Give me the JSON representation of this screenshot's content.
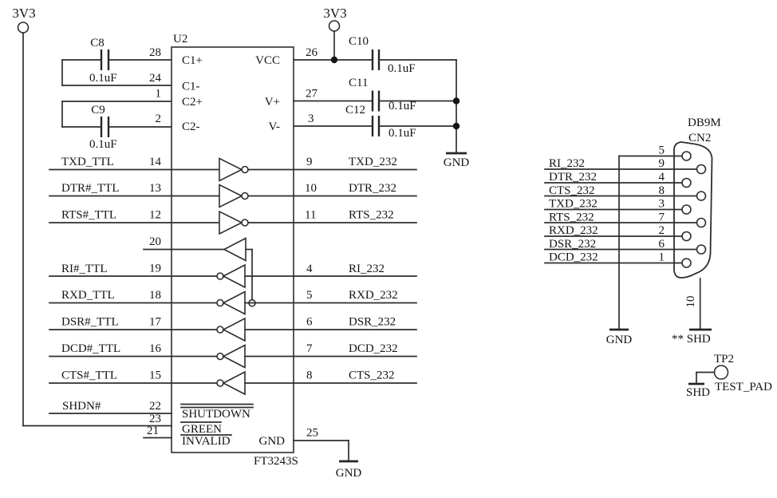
{
  "colors": {
    "ink": "#141414",
    "wire": "#2e2e2e",
    "background": "#ffffff"
  },
  "power": {
    "left_rail": "3V3",
    "right_rail": "3V3"
  },
  "ic": {
    "refdes": "U2",
    "part": "FT3243S",
    "inner": {
      "c1p": "C1+",
      "c1n": "C1-",
      "c2p": "C2+",
      "c2n": "C2-",
      "vcc": "VCC",
      "vplus": "V+",
      "vminus": "V-",
      "gnd": "GND",
      "shutdown": "SHUTDOWN",
      "green": "GREEN",
      "invalid": "INVALID"
    },
    "left_pins": [
      {
        "num": "28"
      },
      {
        "num": "24"
      },
      {
        "num": "1"
      },
      {
        "num": "2"
      },
      {
        "num": "14",
        "net": "TXD_TTL"
      },
      {
        "num": "13",
        "net": "DTR#_TTL"
      },
      {
        "num": "12",
        "net": "RTS#_TTL"
      },
      {
        "num": "20"
      },
      {
        "num": "19",
        "net": "RI#_TTL"
      },
      {
        "num": "18",
        "net": "RXD_TTL"
      },
      {
        "num": "17",
        "net": "DSR#_TTL"
      },
      {
        "num": "16",
        "net": "DCD#_TTL"
      },
      {
        "num": "15",
        "net": "CTS#_TTL"
      },
      {
        "num": "22",
        "net": "SHDN#"
      },
      {
        "num": "23"
      },
      {
        "num": "21"
      }
    ],
    "right_pins": [
      {
        "num": "26"
      },
      {
        "num": "27"
      },
      {
        "num": "3"
      },
      {
        "num": "9",
        "net": "TXD_232"
      },
      {
        "num": "10",
        "net": "DTR_232"
      },
      {
        "num": "11",
        "net": "RTS_232"
      },
      {
        "num": "4",
        "net": "RI_232"
      },
      {
        "num": "5",
        "net": "RXD_232"
      },
      {
        "num": "6",
        "net": "DSR_232"
      },
      {
        "num": "7",
        "net": "DCD_232"
      },
      {
        "num": "8",
        "net": "CTS_232"
      },
      {
        "num": "25"
      }
    ]
  },
  "capacitors": [
    {
      "ref": "C8",
      "value": "0.1uF"
    },
    {
      "ref": "C9",
      "value": "0.1uF"
    },
    {
      "ref": "C10",
      "value": "0.1uF"
    },
    {
      "ref": "C11",
      "value": "0.1uF"
    },
    {
      "ref": "C12",
      "value": "0.1uF"
    }
  ],
  "grounds": {
    "cap_bus": "GND",
    "ic_pin": "GND",
    "db9": "GND"
  },
  "db9": {
    "type": "DB9M",
    "refdes": "CN2",
    "rows": [
      {
        "pin": "5"
      },
      {
        "pin": "9",
        "net": "RI_232"
      },
      {
        "pin": "4",
        "net": "DTR_232"
      },
      {
        "pin": "8",
        "net": "CTS_232"
      },
      {
        "pin": "3",
        "net": "TXD_232"
      },
      {
        "pin": "7",
        "net": "RTS_232"
      },
      {
        "pin": "2",
        "net": "RXD_232"
      },
      {
        "pin": "6",
        "net": "DSR_232"
      },
      {
        "pin": "1",
        "net": "DCD_232"
      }
    ],
    "shell_pin": "10",
    "shell_net": "** SHD"
  },
  "testpad": {
    "refdes": "TP2",
    "net_label": "TEST_PAD",
    "net": "SHD"
  }
}
